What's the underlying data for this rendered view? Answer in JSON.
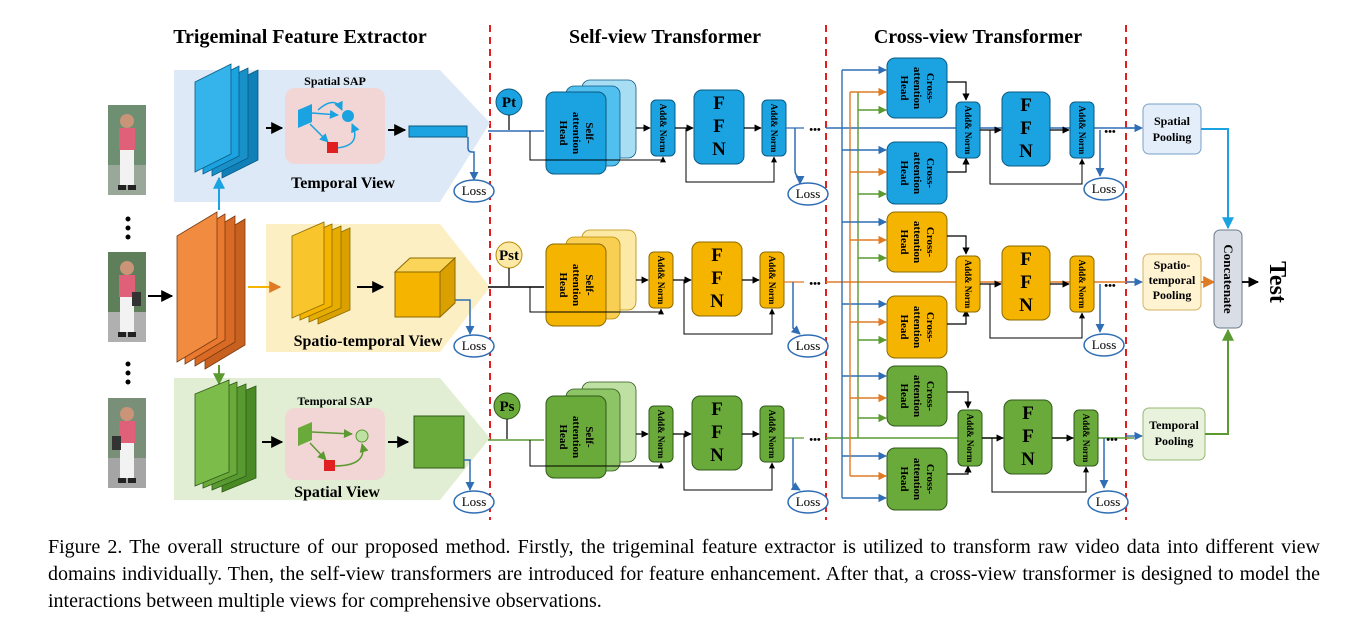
{
  "sections": {
    "extractor": "Trigeminal Feature Extractor",
    "self_view": "Self-view Transformer",
    "cross_view": "Cross-view Transformer"
  },
  "views": {
    "temporal": "Temporal View",
    "spatio_temporal": "Spatio-temporal View",
    "spatial": "Spatial View"
  },
  "sap": {
    "spatial": "Spatial SAP",
    "temporal": "Temporal SAP"
  },
  "tokens": {
    "t": "Pt",
    "st": "Pst",
    "s": "Ps"
  },
  "blocks": {
    "self_attention": [
      "Self-",
      "attention",
      "Head"
    ],
    "cross_attention": [
      "Cross-",
      "attention",
      "Head"
    ],
    "add_norm": "Add& Norm",
    "ffn": [
      "F",
      "F",
      "N"
    ],
    "ellipsis": "•••",
    "loss": "Loss"
  },
  "pooling": {
    "spatial": [
      "Spatial",
      "Pooling"
    ],
    "spatio_temporal": [
      "Spatio-",
      "temporal",
      "Pooling"
    ],
    "temporal": [
      "Temporal",
      "Pooling"
    ]
  },
  "concatenate": "Concatenate",
  "test": "Test",
  "colors": {
    "blue": "#1aa3e0",
    "blue_light": "#a8def4",
    "orange": "#f5b400",
    "orange_light": "#fde9a6",
    "green": "#6aaa3a",
    "green_light": "#bfe0a3",
    "extractor": "#e8792e",
    "red": "#e02020",
    "arrow_blue": "#2f6eb5",
    "arrow_orange": "#e07b25",
    "arrow_green": "#5a9a30"
  },
  "caption": "Figure 2. The overall structure of our proposed method. Firstly, the trigeminal feature extractor is utilized to transform raw video data into different view domains individually. Then, the self-view transformers are introduced for feature enhancement. After that, a cross-view transformer is designed to model the interactions between multiple views for comprehensive observations."
}
